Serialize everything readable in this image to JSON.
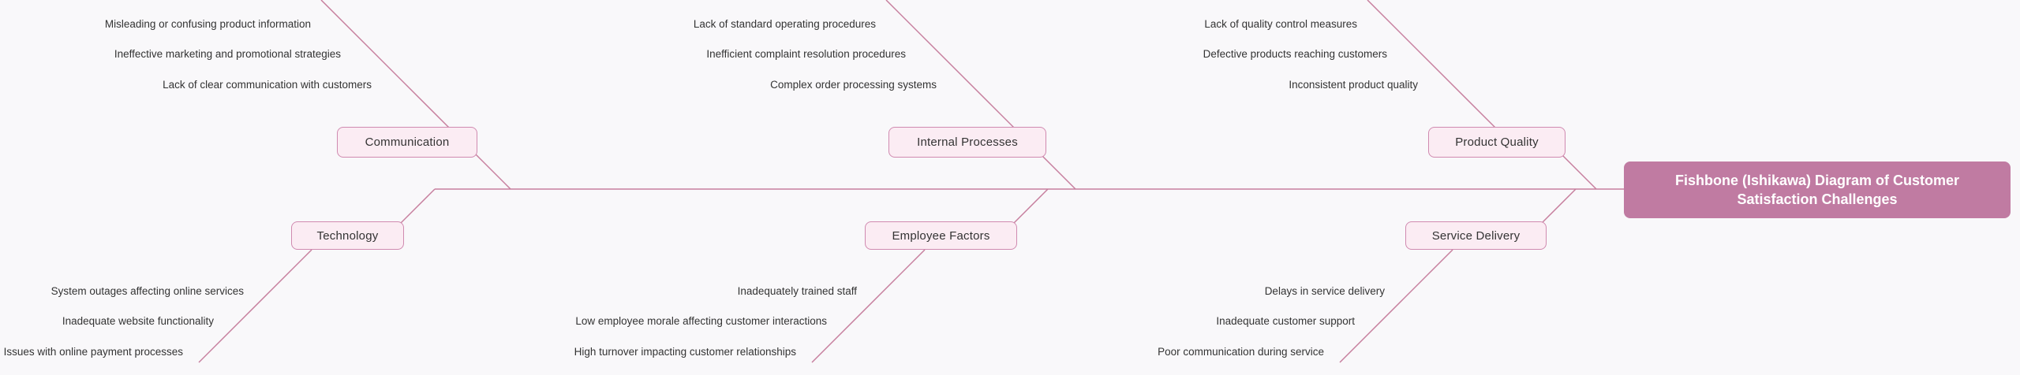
{
  "diagram": {
    "head": {
      "title": "Fishbone (Ishikawa) Diagram of Customer Satisfaction Challenges"
    },
    "branches": [
      {
        "label": "Communication",
        "side": "top",
        "causes": [
          "Misleading or confusing product information",
          "Ineffective marketing and promotional strategies",
          "Lack of clear communication with customers"
        ]
      },
      {
        "label": "Internal Processes",
        "side": "top",
        "causes": [
          "Lack of standard operating procedures",
          "Inefficient complaint resolution procedures",
          "Complex order processing systems"
        ]
      },
      {
        "label": "Product Quality",
        "side": "top",
        "causes": [
          "Lack of quality control measures",
          "Defective products reaching customers",
          "Inconsistent product quality"
        ]
      },
      {
        "label": "Technology",
        "side": "bottom",
        "causes": [
          "System outages affecting online services",
          "Inadequate website functionality",
          "Issues with online payment processes"
        ]
      },
      {
        "label": "Employee Factors",
        "side": "bottom",
        "causes": [
          "Inadequately trained staff",
          "Low employee morale affecting customer interactions",
          "High turnover impacting customer relationships"
        ]
      },
      {
        "label": "Service Delivery",
        "side": "bottom",
        "causes": [
          "Delays in service delivery",
          "Inadequate customer support",
          "Poor communication during service"
        ]
      }
    ],
    "colors": {
      "background": "#f9f8fa",
      "line": "#c77f9e",
      "node_fill": "#fbecf3",
      "node_border": "#d08ab0",
      "node_text": "#333333",
      "cause_text": "#333333",
      "head_fill": "#c07ba2",
      "head_text": "#ffffff"
    }
  }
}
